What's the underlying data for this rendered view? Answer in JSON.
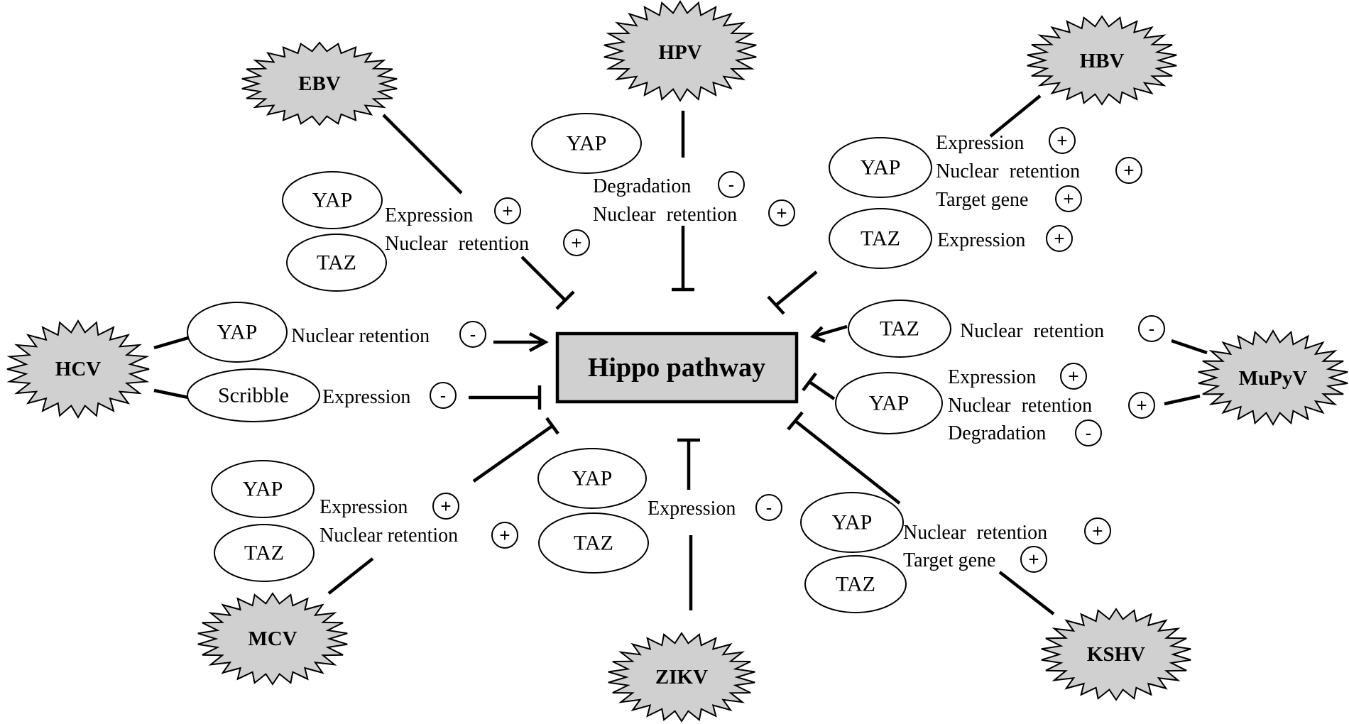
{
  "hippo": {
    "label": "Hippo pathway"
  },
  "viruses": {
    "ebv": "EBV",
    "hpv": "HPV",
    "hbv": "HBV",
    "hcv": "HCV",
    "mupyv": "MuPyV",
    "mcv": "MCV",
    "zikv": "ZIKV",
    "kshv": "KSHV"
  },
  "proteins": {
    "ebv_yap": "YAP",
    "ebv_taz": "TAZ",
    "hpv_yap": "YAP",
    "hbv_yap": "YAP",
    "hbv_taz": "TAZ",
    "hcv_yap": "YAP",
    "hcv_scribble": "Scribble",
    "mupyv_taz": "TAZ",
    "mupyv_yap": "YAP",
    "mcv_yap": "YAP",
    "mcv_taz": "TAZ",
    "zikv_yap": "YAP",
    "zikv_taz": "TAZ",
    "kshv_yap": "YAP",
    "kshv_taz": "TAZ"
  },
  "labels": {
    "ebv_expr": "Expression",
    "ebv_nuc": "Nuclear  retention",
    "hpv_deg": "Degradation",
    "hpv_nuc": "Nuclear  retention",
    "hbv_expr": "Expression",
    "hbv_nuc": "Nuclear  retention",
    "hbv_target": "Target gene",
    "hbv_taz_expr": "Expression",
    "hcv_nuc": "Nuclear retention",
    "hcv_expr": "Expression",
    "mupyv_taz_nuc": "Nuclear  retention",
    "mupyv_expr": "Expression",
    "mupyv_nuc": "Nuclear  retention",
    "mupyv_deg": "Degradation",
    "mcv_expr": "Expression",
    "mcv_nuc": "Nuclear retention",
    "zikv_expr": "Expression",
    "kshv_nuc": "Nuclear  retention",
    "kshv_target": "Target gene"
  },
  "signs": {
    "plus": "+",
    "minus": "-"
  }
}
